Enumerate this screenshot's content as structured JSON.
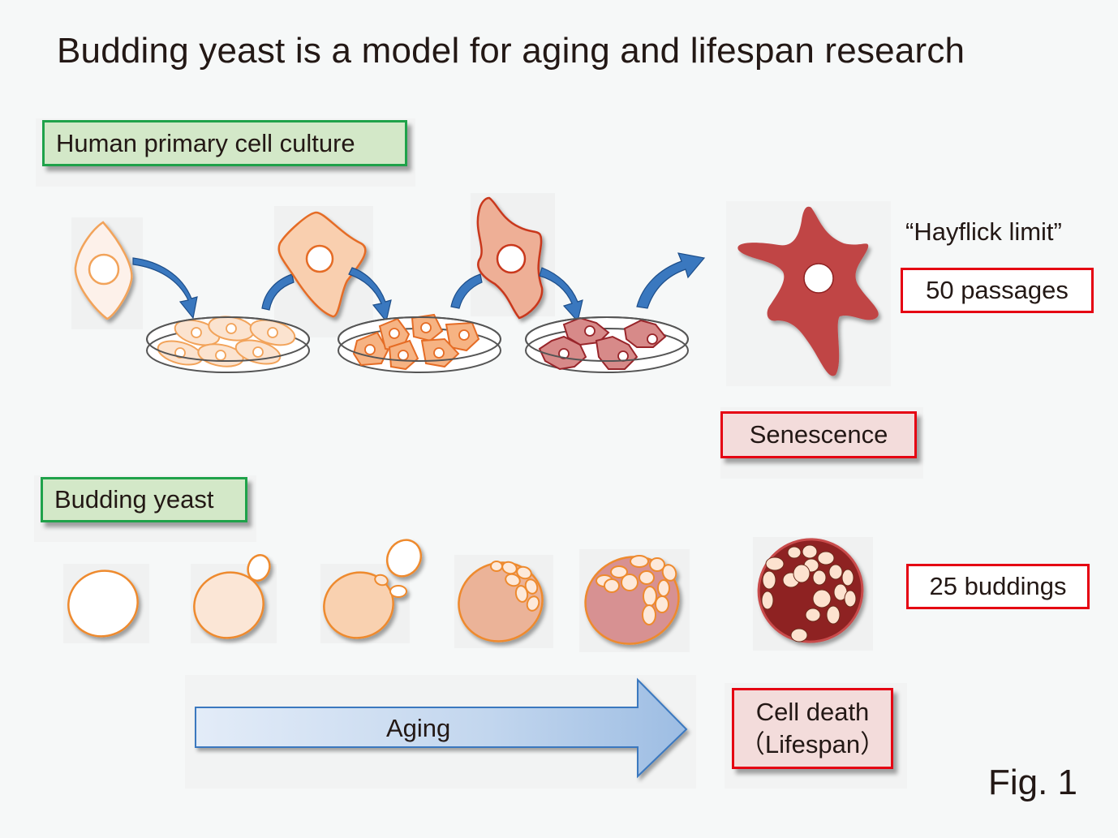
{
  "title": "Budding yeast is a model for aging and lifespan research",
  "sections": {
    "human": {
      "label": "Human primary cell culture",
      "hayflick_label": "“Hayflick limit”",
      "limit_value": "50 passages",
      "end_state": "Senescence"
    },
    "yeast": {
      "label": "Budding yeast",
      "limit_value": "25 buddings",
      "end_state_line1": "Cell death",
      "end_state_line2": "（Lifespan）"
    }
  },
  "aging_arrow": {
    "label": "Aging"
  },
  "figure_label": "Fig. 1",
  "colors": {
    "green_border": "#1fa24a",
    "green_fill": "#d3e8c8",
    "red_border": "#e50012",
    "pink_fill": "#f3dcdb",
    "arrow_blue": "#3a78bf",
    "senescent_red": "#c04444",
    "dead_yeast": "#8e2121",
    "yeast_outline": "#ee8a2e"
  }
}
